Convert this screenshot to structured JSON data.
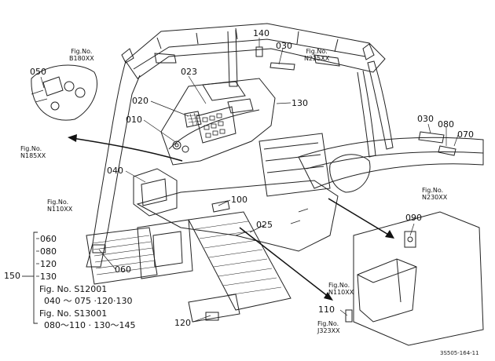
{
  "callouts": {
    "p140": "140",
    "p030a": "030",
    "p050": "050",
    "p023": "023",
    "p020": "020",
    "p130": "130",
    "p010": "010",
    "p030b": "030",
    "p080": "080",
    "p070": "070",
    "p040": "040",
    "p100": "100",
    "p090": "090",
    "p025": "025",
    "p060": "060",
    "p110": "110",
    "p120": "120",
    "p150": "150"
  },
  "fig_refs": {
    "b180": {
      "line1": "Fig.No.",
      "line2": "B180XX"
    },
    "n225": {
      "line1": "Fig.No.",
      "line2": "N225XX"
    },
    "n185": {
      "line1": "Fig.No.",
      "line2": "N185XX"
    },
    "n110a": {
      "line1": "Fig.No.",
      "line2": "N110XX"
    },
    "n230": {
      "line1": "Fig.No.",
      "line2": "N230XX"
    },
    "n110b": {
      "line1": "Fig.No.",
      "line2": "N110XX"
    },
    "j323": {
      "line1": "Fig.No.",
      "line2": "J323XX"
    }
  },
  "kit_list": {
    "items": [
      "060",
      "080",
      "120",
      "130"
    ],
    "ref1": "Fig. No. S12001",
    "range1": "040 ～ 075 ·120·130",
    "ref2": "Fig. No. S13001",
    "range2": "080～110 · 130～145"
  },
  "drawing_code": "3S505-164-11"
}
